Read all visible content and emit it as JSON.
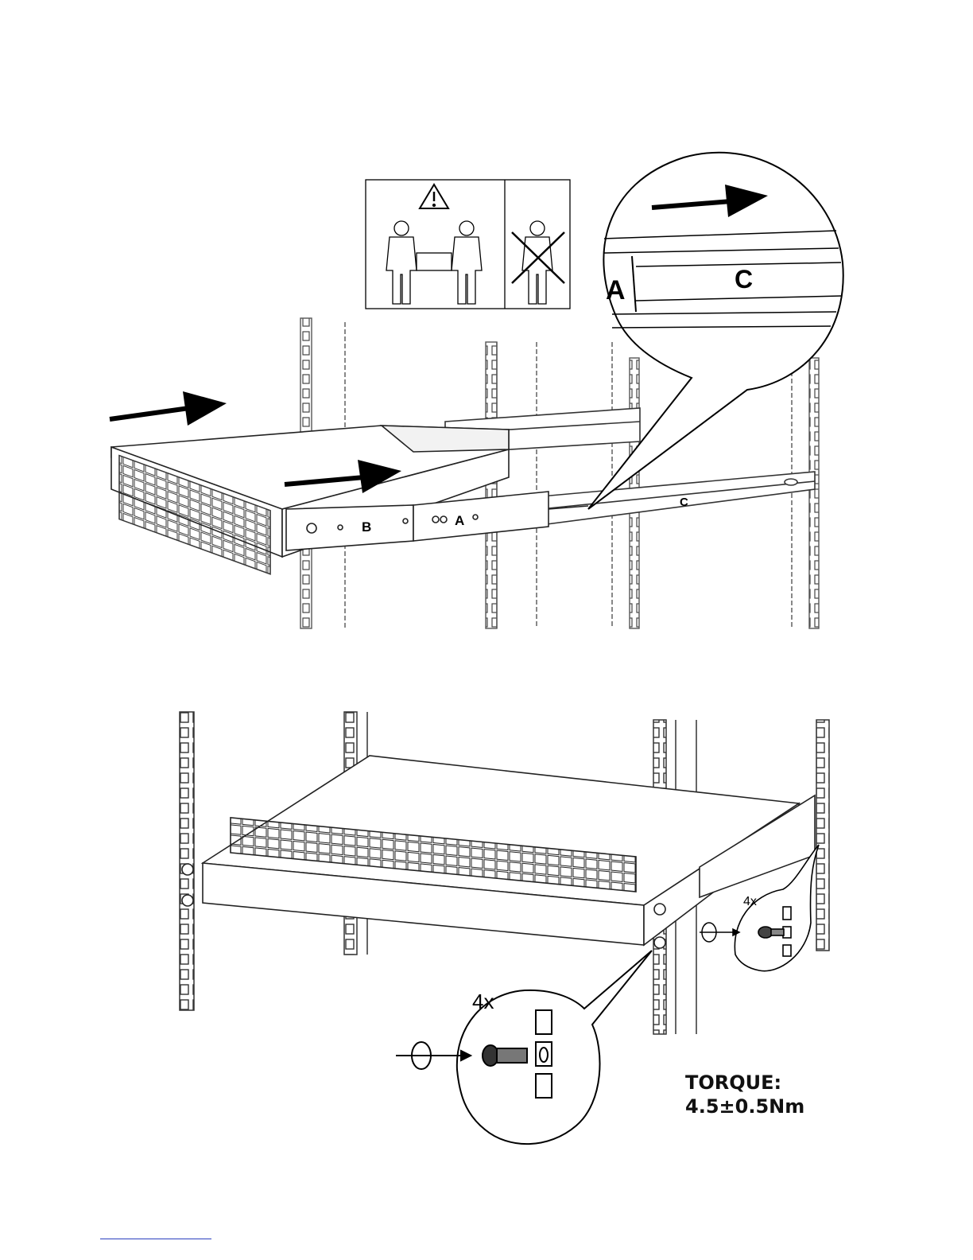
{
  "figure1": {
    "slide_labels": {
      "a": "A",
      "b": "B",
      "c": "C"
    },
    "zoom_labels": {
      "a": "A",
      "c": "C"
    },
    "warning_icon": "two-person-lift-warning-icon"
  },
  "figure2": {
    "screw_count_front": "4x",
    "screw_count_rear": "4x",
    "torque_title": "TORQUE:",
    "torque_value": "4.5±0.5Nm"
  }
}
